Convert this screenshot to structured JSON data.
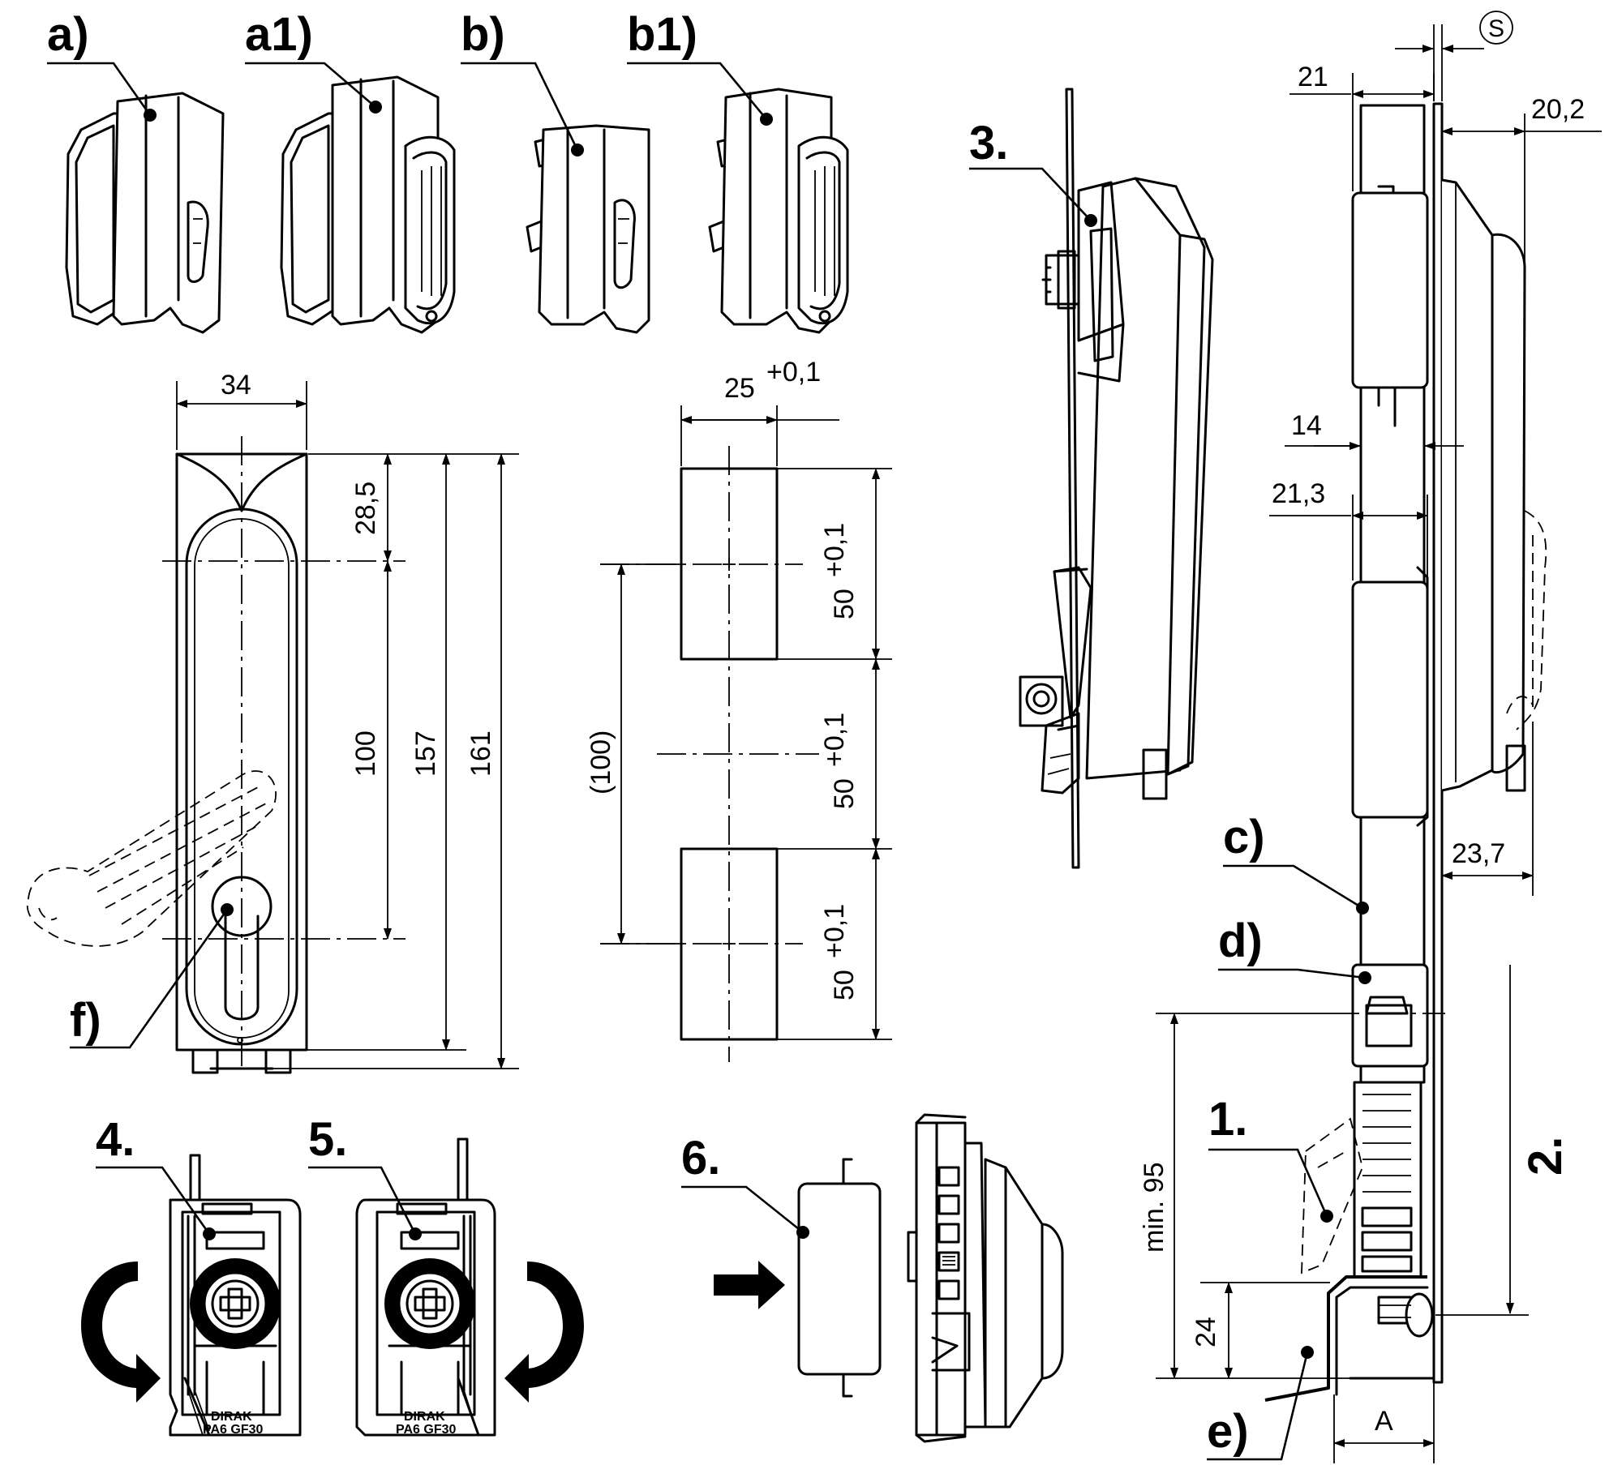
{
  "labels": {
    "a": "a)",
    "a1": "a1)",
    "b": "b)",
    "b1": "b1)",
    "c": "c)",
    "d": "d)",
    "e": "e)",
    "f": "f)",
    "n1": "1.",
    "n2": "2.",
    "n3": "3.",
    "n4": "4.",
    "n5": "5.",
    "n6": "6."
  },
  "dimensions": {
    "handle_width": "34",
    "top_to_axis": "28,5",
    "axis_distance": "100",
    "overall_157": "157",
    "overall_161": "161",
    "cutout_width": "25",
    "cutout_width_tol": "+0,1",
    "cutout_height": "50",
    "cutout_height_tol": "+0,1",
    "mid_spacing": "50",
    "mid_spacing_tol": "+0,1",
    "lower_cutout_height": "50",
    "lower_cutout_tol": "+0,1",
    "cutout_axis_distance": "(100)",
    "side_21": "21",
    "side_20_2": "20,2",
    "side_14": "14",
    "side_21_3": "21,3",
    "side_23_7": "23,7",
    "min_95": "min. 95",
    "side_24": "24",
    "side_A": "A",
    "sheet_S": "S"
  },
  "markings": {
    "brand_4": "DIRAK",
    "material_4": "PA6 GF30",
    "brand_5": "DIRAK",
    "material_5": "PA6 GF30"
  }
}
